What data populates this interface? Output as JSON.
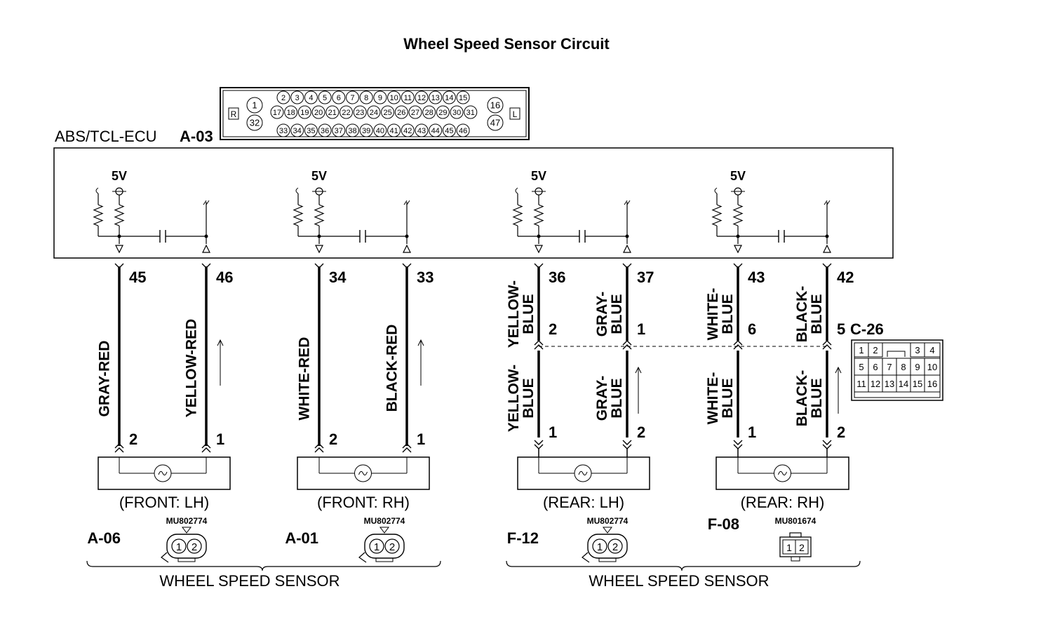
{
  "title": "Wheel Speed Sensor Circuit",
  "ecu": {
    "label": "ABS/TCL-ECU",
    "connector": "A-03",
    "side_left": "R",
    "side_right": "L",
    "voltage": "5V",
    "pins_row1": [
      "2",
      "3",
      "4",
      "5",
      "6",
      "7",
      "8",
      "9",
      "10",
      "11",
      "12",
      "13",
      "14",
      "15"
    ],
    "pins_row2": [
      "17",
      "18",
      "19",
      "20",
      "21",
      "22",
      "23",
      "24",
      "25",
      "26",
      "27",
      "28",
      "29",
      "30",
      "31"
    ],
    "pins_row3": [
      "33",
      "34",
      "35",
      "36",
      "37",
      "38",
      "39",
      "40",
      "41",
      "42",
      "43",
      "44",
      "45",
      "46"
    ],
    "pins_left": [
      "1",
      "32"
    ],
    "pins_right": [
      "16",
      "47"
    ]
  },
  "circuits": [
    {
      "ecu_pins": [
        "45",
        "46"
      ],
      "wire_a": "GRAY-RED",
      "wire_b": "YELLOW-RED",
      "sensor_pins": [
        "2",
        "1"
      ],
      "label": "(FRONT: LH)",
      "connector": "A-06",
      "part": "MU802774",
      "pins": [
        "1",
        "2"
      ]
    },
    {
      "ecu_pins": [
        "34",
        "33"
      ],
      "wire_a": "WHITE-RED",
      "wire_b": "BLACK-RED",
      "sensor_pins": [
        "2",
        "1"
      ],
      "label": "(FRONT: RH)",
      "connector": "A-01",
      "part": "MU802774",
      "pins": [
        "1",
        "2"
      ]
    },
    {
      "ecu_pins": [
        "36",
        "37"
      ],
      "wire_a_top": [
        "YELLOW-",
        "BLUE"
      ],
      "wire_b_top": [
        "GRAY-",
        "BLUE"
      ],
      "wire_a_bot": [
        "YELLOW-",
        "BLUE"
      ],
      "wire_b_bot": [
        "GRAY-",
        "BLUE"
      ],
      "c26_pins": [
        "2",
        "1"
      ],
      "sensor_pins": [
        "1",
        "2"
      ],
      "label": "(REAR: LH)",
      "connector": "F-12",
      "part": "MU802774",
      "pins": [
        "1",
        "2"
      ]
    },
    {
      "ecu_pins": [
        "43",
        "42"
      ],
      "wire_a_top": [
        "WHITE-",
        "BLUE"
      ],
      "wire_b_top": [
        "BLACK-",
        "BLUE"
      ],
      "wire_a_bot": [
        "WHITE-",
        "BLUE"
      ],
      "wire_b_bot": [
        "BLACK-",
        "BLUE"
      ],
      "c26_pins": [
        "6",
        "5"
      ],
      "sensor_pins": [
        "1",
        "2"
      ],
      "label": "(REAR: RH)",
      "connector": "F-08",
      "part": "MU801674",
      "pins": [
        "1",
        "2"
      ]
    }
  ],
  "intermediate_connector": {
    "id": "C-26",
    "row1": [
      "1",
      "2",
      "3",
      "4"
    ],
    "row2": [
      "5",
      "6",
      "7",
      "8",
      "9",
      "10"
    ],
    "row3": [
      "11",
      "12",
      "13",
      "14",
      "15",
      "16"
    ]
  },
  "group_labels": [
    "WHEEL SPEED SENSOR",
    "WHEEL SPEED SENSOR"
  ]
}
